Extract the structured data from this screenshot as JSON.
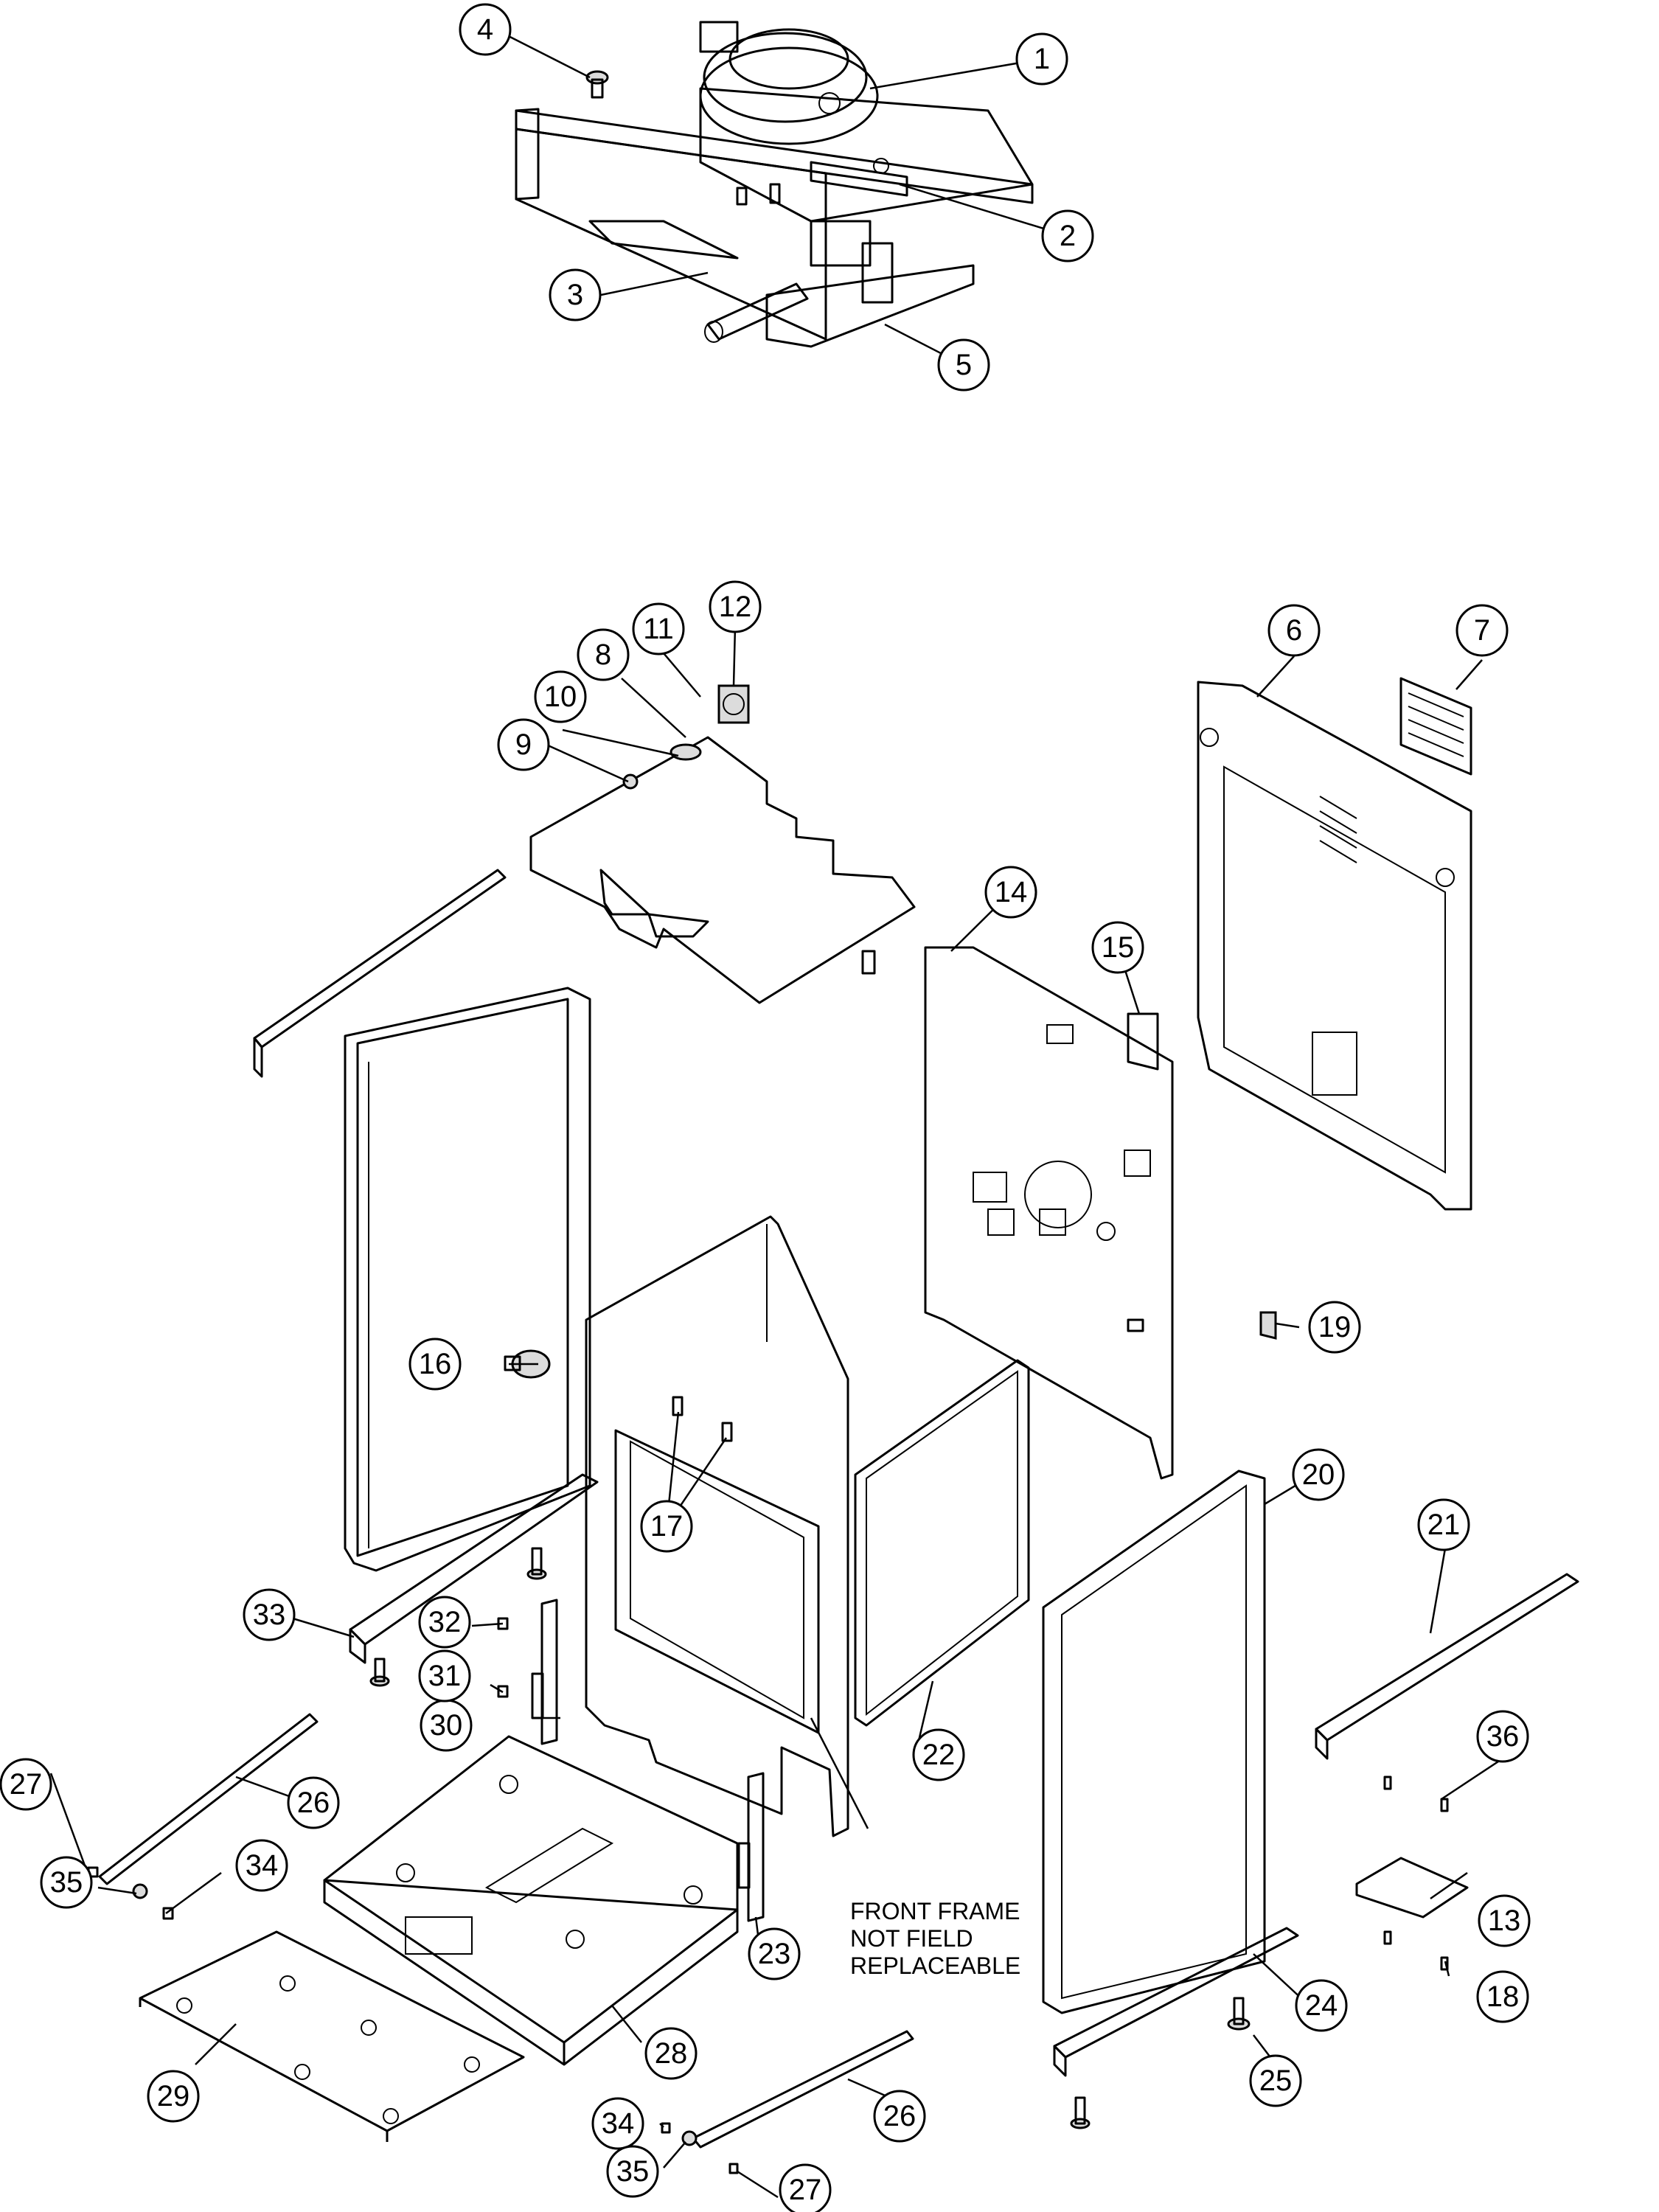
{
  "callouts": [
    "1",
    "2",
    "3",
    "4",
    "5",
    "6",
    "7",
    "8",
    "9",
    "10",
    "11",
    "12",
    "13",
    "14",
    "15",
    "16",
    "17",
    "18",
    "19",
    "20",
    "21",
    "22",
    "23",
    "24",
    "25",
    "26",
    "26",
    "27",
    "27",
    "28",
    "29",
    "30",
    "31",
    "32",
    "33",
    "34",
    "34",
    "35",
    "35",
    "36"
  ],
  "note": {
    "line1": "FRONT FRAME",
    "line2": "NOT FIELD",
    "line3": "REPLACEABLE"
  }
}
